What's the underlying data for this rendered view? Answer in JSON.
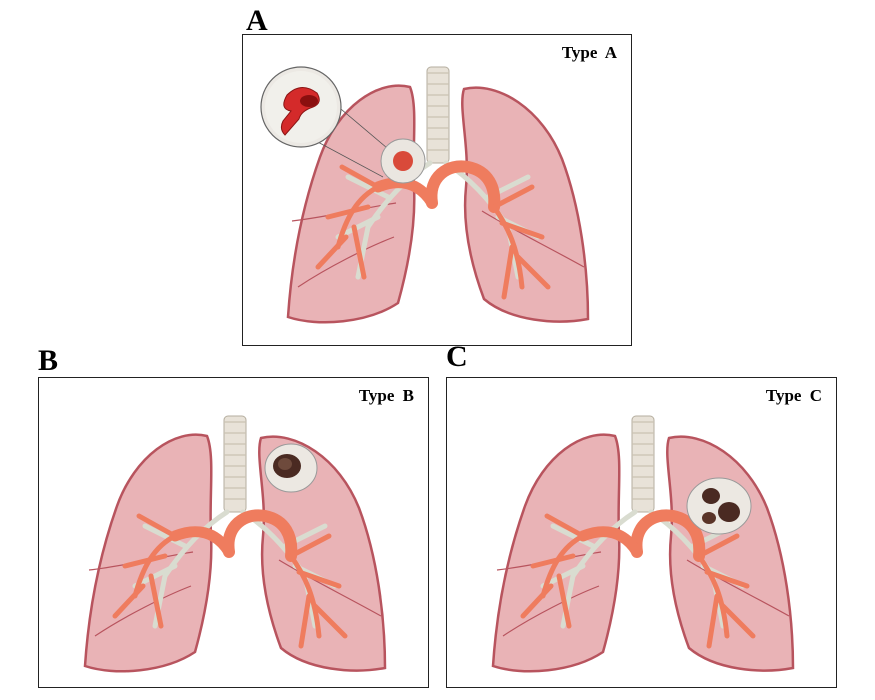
{
  "panels": [
    {
      "letter": "A",
      "title": "Type  A"
    },
    {
      "letter": "B",
      "title": "Type  B"
    },
    {
      "letter": "C",
      "title": "Type  C"
    }
  ],
  "colors": {
    "lung_fill": "#e9b3b6",
    "lung_edge": "#b8545e",
    "lung_rim": "#c86f78",
    "artery": "#ef7c5e",
    "artery_edge": "#c9503a",
    "trachea": "#e8e2d8",
    "bronchi": "#d9dcd0",
    "thrombus": "#d42a2a",
    "cavity": "#4a2a22"
  },
  "icons": [
    "lung-illustration",
    "magnifier-inset",
    "cavity-lesion"
  ]
}
